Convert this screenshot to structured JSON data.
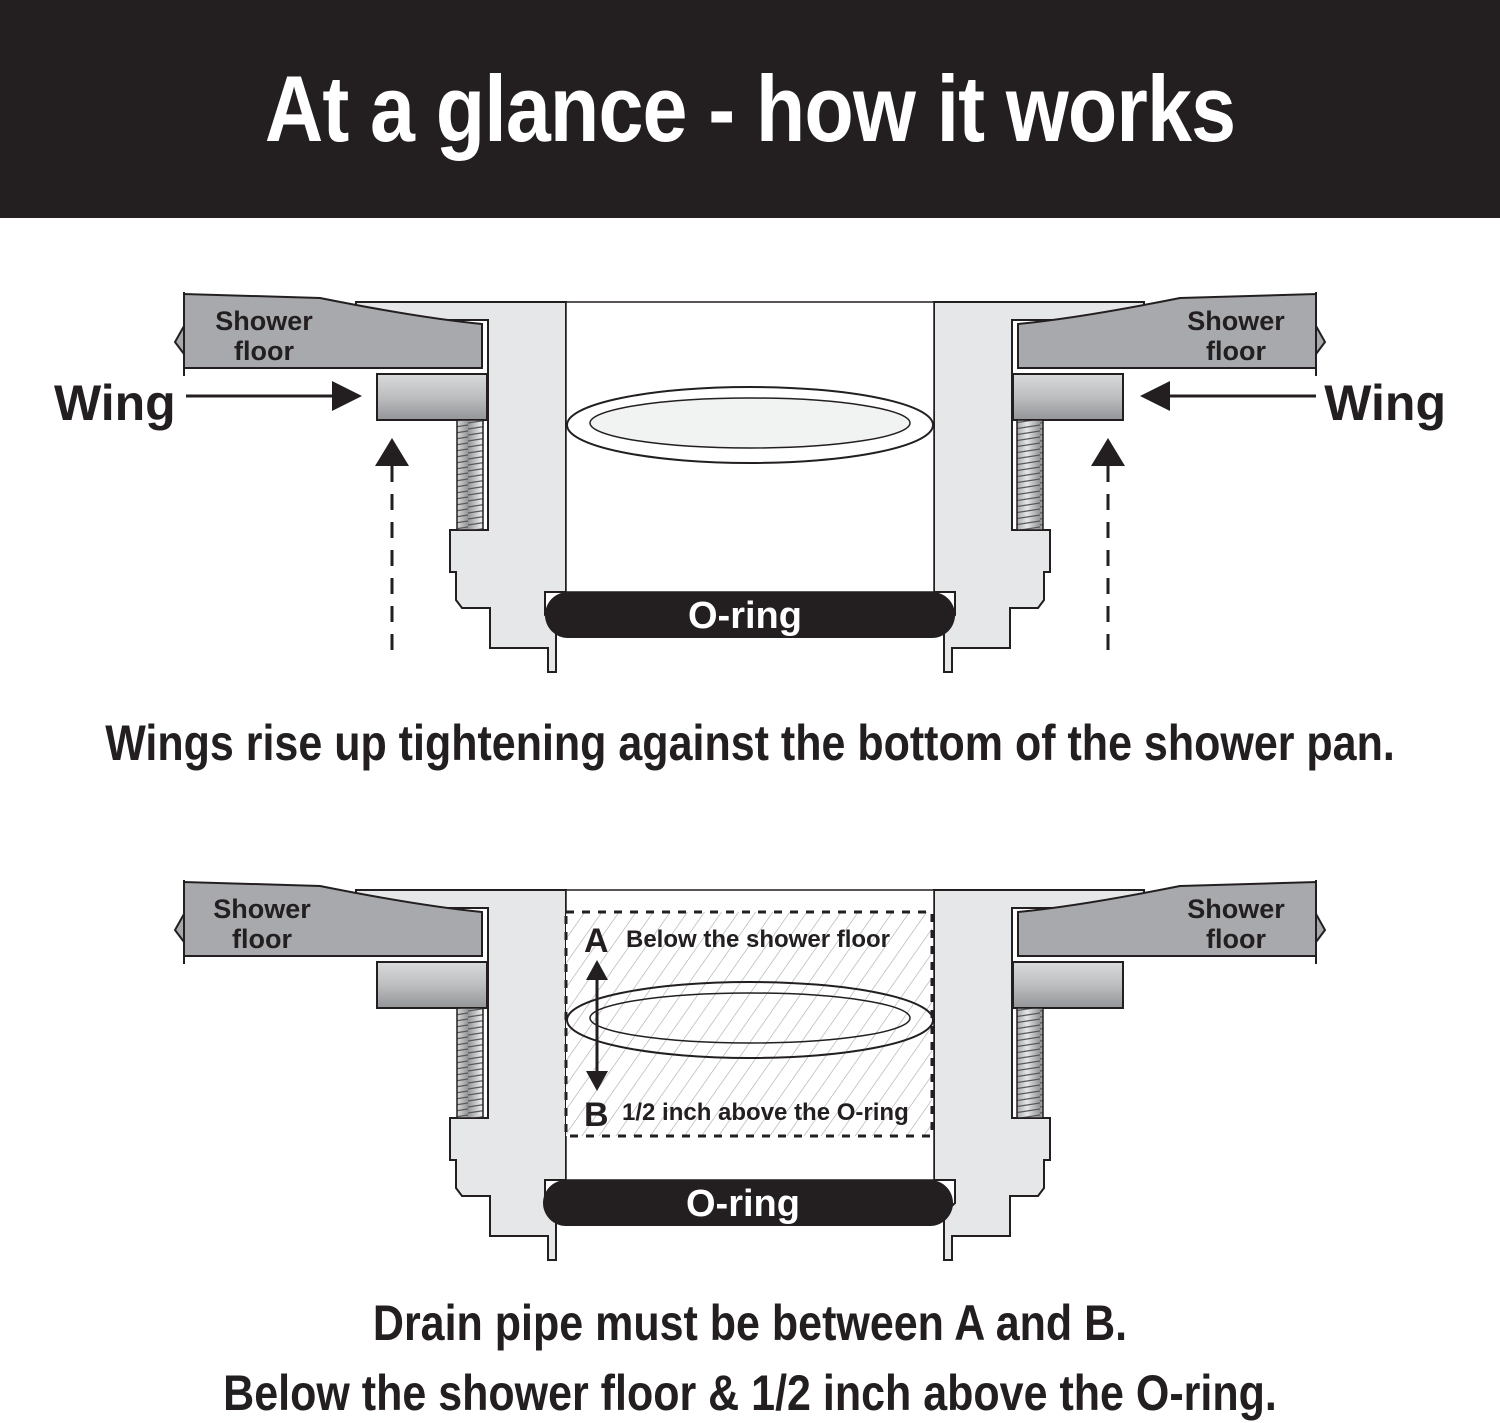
{
  "header": {
    "title": "At a glance - how it works"
  },
  "diagram_top": {
    "floor_label_left": [
      "Shower",
      "floor"
    ],
    "floor_label_right": [
      "Shower",
      "floor"
    ],
    "wing_left": "Wing",
    "wing_right": "Wing",
    "oring": "O-ring"
  },
  "caption_top": "Wings rise up tightening against the bottom of the shower pan.",
  "diagram_bottom": {
    "floor_label_left": [
      "Shower",
      "floor"
    ],
    "floor_label_right": [
      "Shower",
      "floor"
    ],
    "marker_a": "A",
    "label_a": "Below the shower floor",
    "marker_b": "B",
    "label_b": "1/2 inch above the O-ring",
    "oring": "O-ring"
  },
  "caption_bottom": [
    "Drain pipe must be between A and B.",
    "Below the shower floor & 1/2 inch above the O-ring."
  ],
  "colors": {
    "header_bg": "#231f20",
    "floor_gray": "#a7a9ac",
    "body_gray": "#e6e7e8",
    "oring_black": "#231f20"
  }
}
